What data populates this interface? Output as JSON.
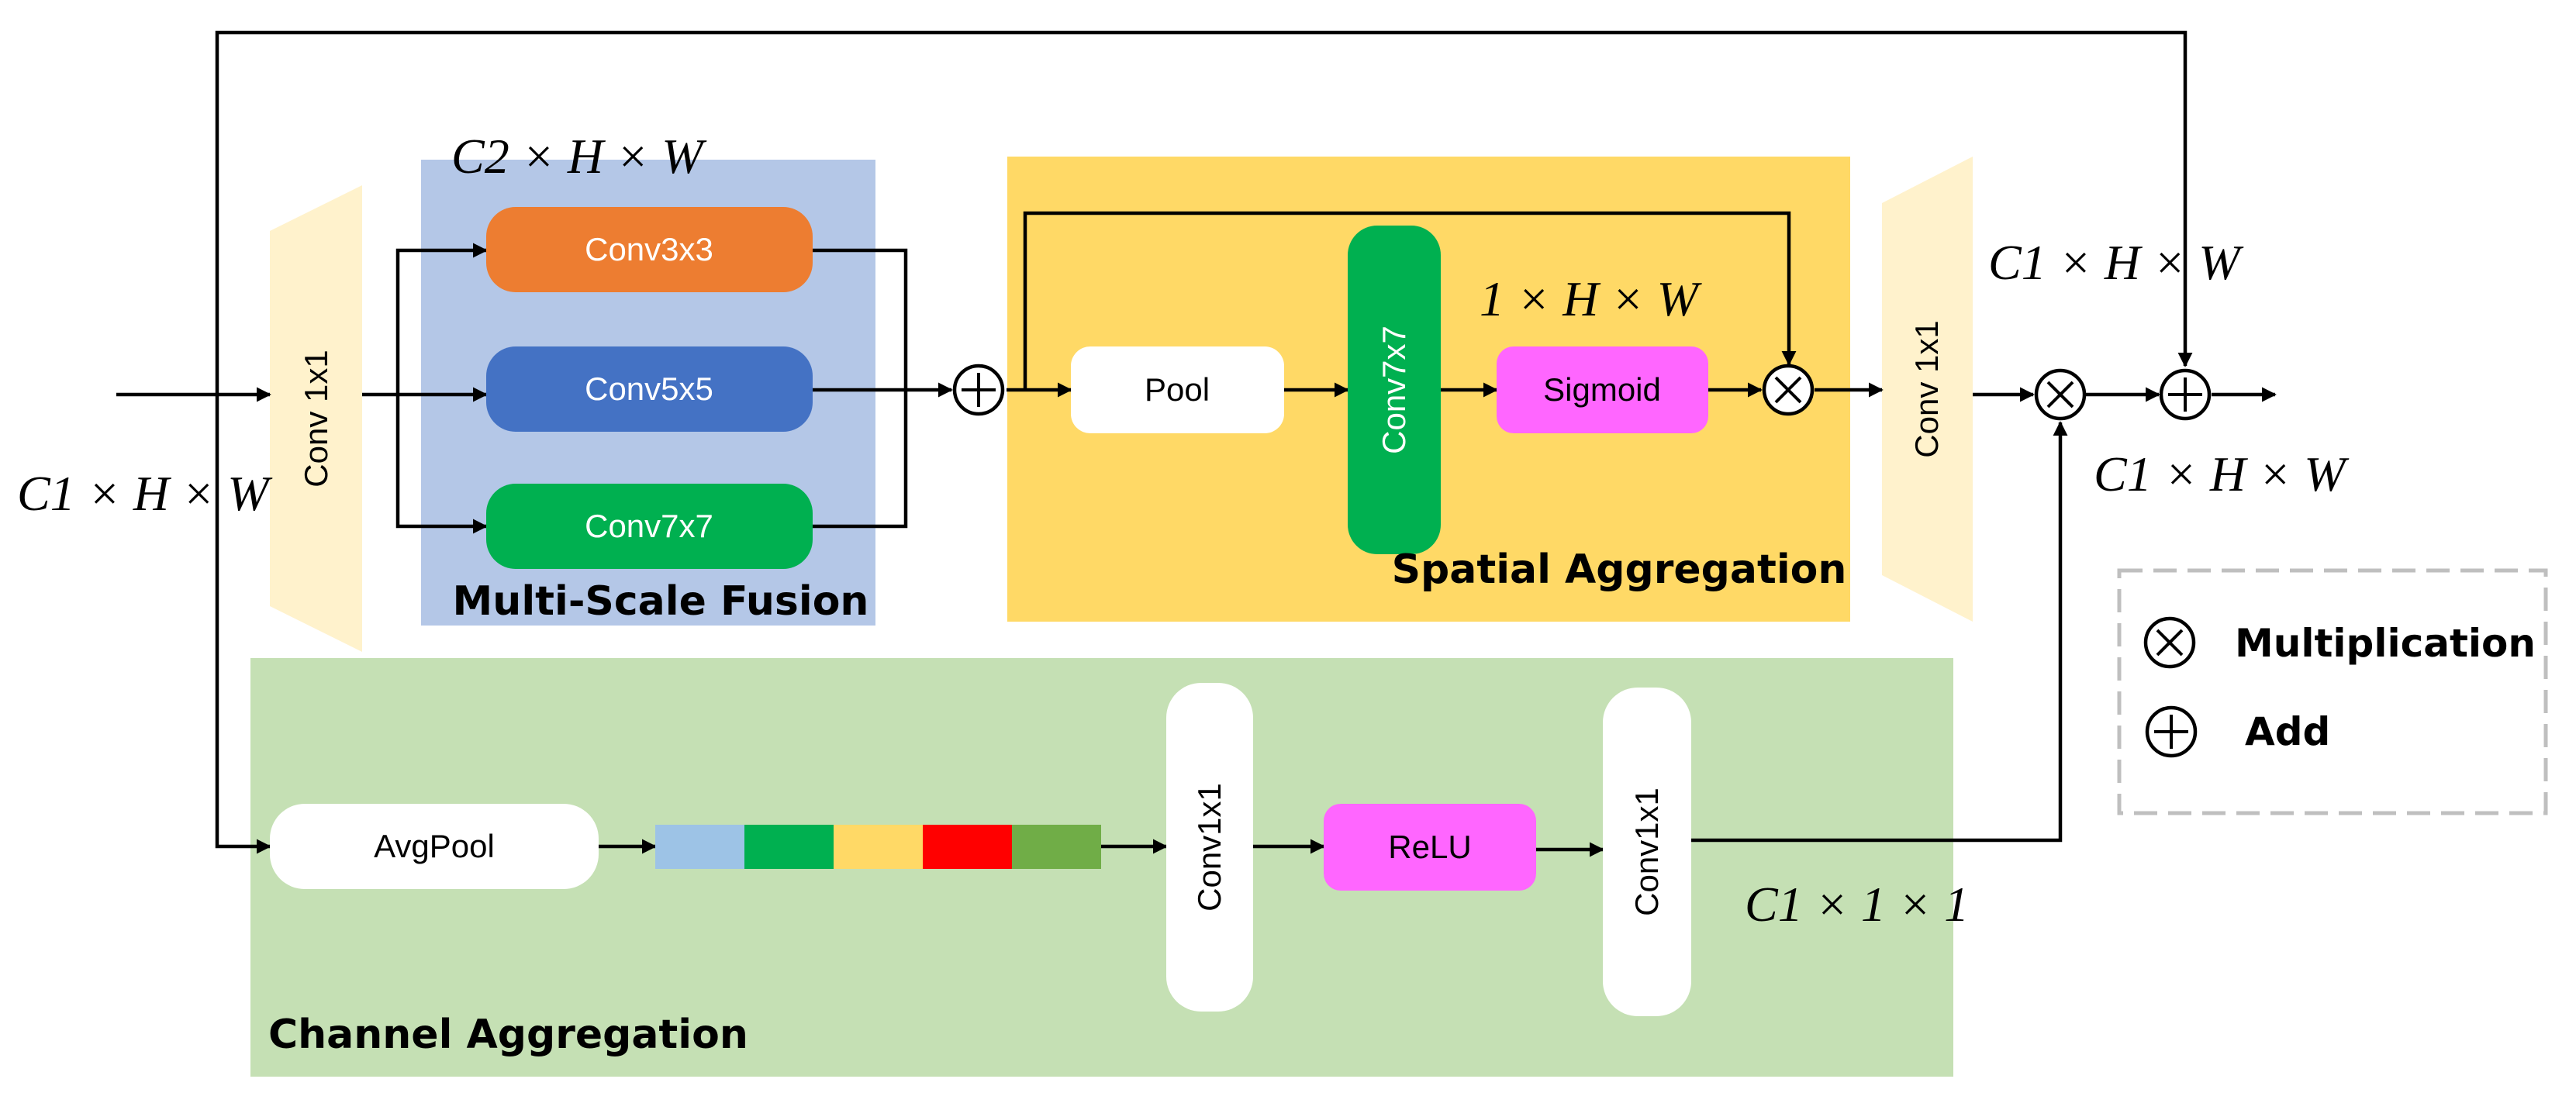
{
  "labels": {
    "input_dim": "C1 × H × W",
    "branch_dim": "C2 × H × W",
    "spatial_attn_dim": "1 × H × W",
    "mid_dim": "C1 × H × W",
    "output_dim": "C1 × H × W",
    "channel_dim": "C1 × 1 × 1"
  },
  "blocks": {
    "conv1x1_in": "Conv 1x1",
    "conv3x3": "Conv3x3",
    "conv5x5": "Conv5x5",
    "conv7x7_ms": "Conv7x7",
    "pool": "Pool",
    "conv7x7_sa": "Conv7x7",
    "sigmoid": "Sigmoid",
    "conv1x1_out": "Conv 1x1",
    "avgpool": "AvgPool",
    "conv1x1_ca_a": "Conv1x1",
    "relu": "ReLU",
    "conv1x1_ca_b": "Conv1x1"
  },
  "regions": {
    "multi_scale": "Multi-Scale Fusion",
    "spatial": "Spatial Aggregation",
    "channel": "Channel Aggregation"
  },
  "legend": {
    "multiplication": "Multiplication",
    "add": "Add"
  },
  "colors": {
    "conv3x3": "#ED7D31",
    "conv5x5": "#4472C4",
    "conv7x7": "#00B050",
    "sigmoid_relu": "#FF66FF",
    "multi_scale_bg": "#B4C7E7",
    "spatial_bg": "#FFD966",
    "channel_bg": "#C5E0B4",
    "trapezoid": "#FFF2CC",
    "vector": [
      "#9DC3E6",
      "#00B050",
      "#FFD966",
      "#FF0000",
      "#70AD47"
    ]
  }
}
